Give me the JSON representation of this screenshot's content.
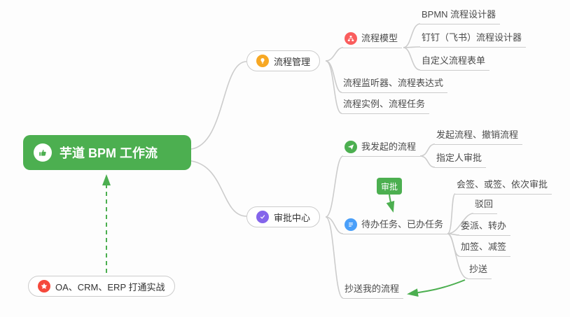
{
  "canvas": {
    "background": "#fdfdfd",
    "connector_color": "#cccccc",
    "accent_green": "#4caf50"
  },
  "root": {
    "label": "芋道 BPM 工作流",
    "color": "#4caf50",
    "icon": "thumbs-up-icon"
  },
  "process_management": {
    "label": "流程管理",
    "icon": "lightbulb-icon",
    "icon_color": "#f7a824",
    "process_model": {
      "label": "流程模型",
      "icon": "flow-model-icon",
      "icon_color": "#fa5d5d",
      "bpmn_designer": "BPMN 流程设计器",
      "dingtalk_designer": "钉钉（飞书）流程设计器",
      "custom_form": "自定义流程表单"
    },
    "listener_expression": "流程监听器、流程表达式",
    "instance_task": "流程实例、流程任务"
  },
  "approval_center": {
    "label": "审批中心",
    "icon": "approval-check-icon",
    "icon_color": "#8465eb",
    "my_initiated": {
      "label": "我发起的流程",
      "icon": "send-icon",
      "icon_color": "#4caf50",
      "initiate_cancel": "发起流程、撤销流程",
      "assignee_approval": "指定人审批"
    },
    "todo_done": {
      "label": "待办任务、已办任务",
      "icon": "task-list-icon",
      "icon_color": "#4a9ff9",
      "countersign_orsign_sequential": "会签、或签、依次审批",
      "reject": "驳回",
      "delegate_transfer": "委派、转办",
      "add_remove_sign": "加签、减签",
      "cc": "抄送"
    },
    "cc_my_process": "抄送我的流程",
    "approval_badge": "审批"
  },
  "integration": {
    "label": "OA、CRM、ERP 打通实战",
    "icon": "star-icon",
    "icon_color": "#f5483b"
  }
}
